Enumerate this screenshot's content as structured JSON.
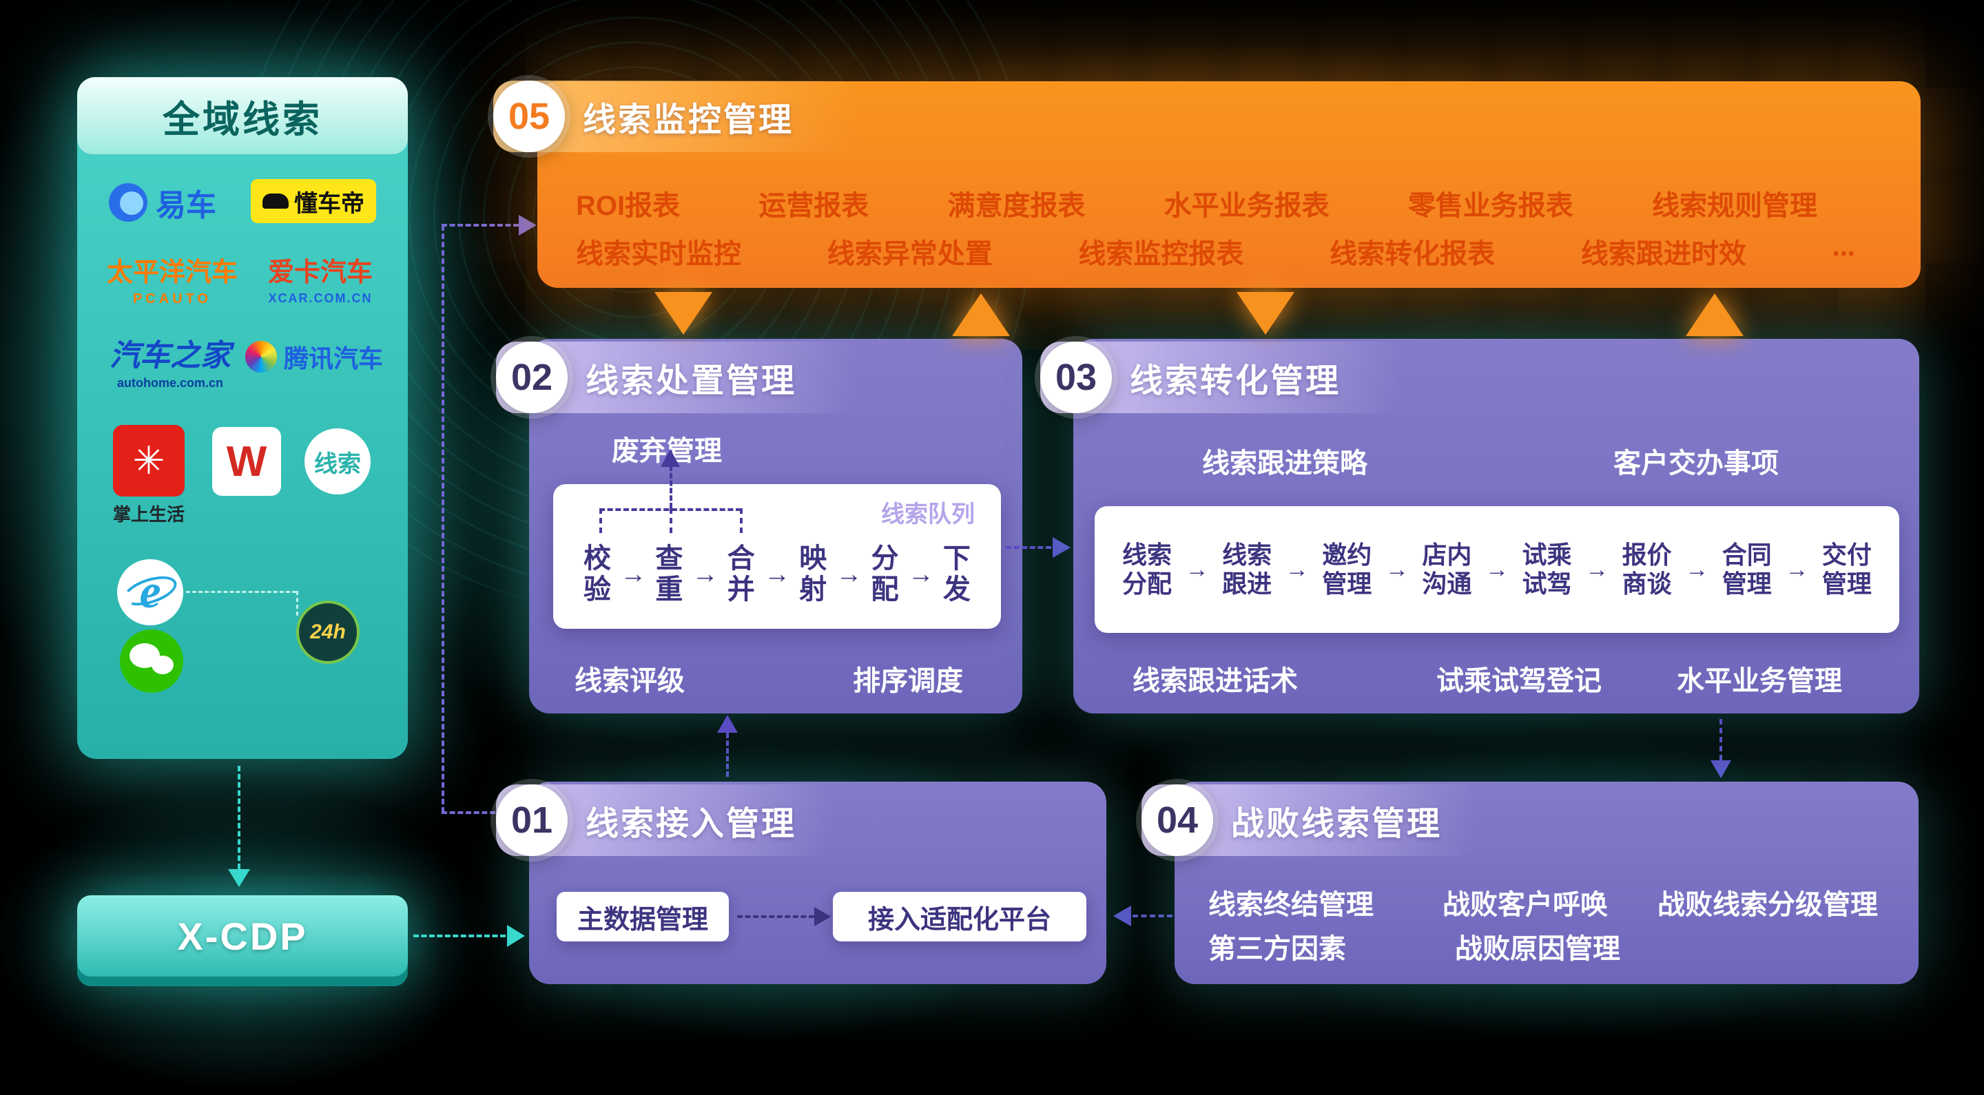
{
  "sidebar": {
    "title": "全域线索",
    "logos": {
      "yiche": "易车",
      "dongchedi": "懂车帝",
      "pcauto_cn": "太平洋汽车",
      "pcauto_en": "PCAUTO",
      "xcar_cn": "爱卡汽车",
      "xcar_en": "XCAR.COM.CN",
      "autohome_cn": "汽车之家",
      "autohome_en": "autohome.com.cn",
      "tencent": "腾讯汽车",
      "zhangshang_flower": "✳",
      "zhangshang": "掌上生活",
      "w": "W",
      "xiansuo": "线索",
      "ie": "e",
      "h24": "24h"
    }
  },
  "xcdp": {
    "label": "X-CDP"
  },
  "block05": {
    "number": "05",
    "title": "线索监控管理",
    "row1": [
      "ROI报表",
      "运营报表",
      "满意度报表",
      "水平业务报表",
      "零售业务报表",
      "线索规则管理"
    ],
    "row2": [
      "线索实时监控",
      "线索异常处置",
      "线索监控报表",
      "线索转化报表",
      "线索跟进时效",
      "..."
    ]
  },
  "block02": {
    "number": "02",
    "title": "线索处置管理",
    "discard_label": "废弃管理",
    "queue_label": "线索队列",
    "steps": [
      "校\n验",
      "查\n重",
      "合\n并",
      "映\n射",
      "分\n配",
      "下\n发"
    ],
    "arrow": "→",
    "bottom": [
      "线索评级",
      "排序调度"
    ]
  },
  "block03": {
    "number": "03",
    "title": "线索转化管理",
    "top": [
      "线索跟进策略",
      "客户交办事项"
    ],
    "steps": [
      "线索\n分配",
      "线索\n跟进",
      "邀约\n管理",
      "店内\n沟通",
      "试乘\n试驾",
      "报价\n商谈",
      "合同\n管理",
      "交付\n管理"
    ],
    "arrow": "→",
    "bottom": [
      "线索跟进话术",
      "试乘试驾登记",
      "水平业务管理"
    ]
  },
  "block01": {
    "number": "01",
    "title": "线索接入管理",
    "box1": "主数据管理",
    "box2": "接入适配化平台"
  },
  "block04": {
    "number": "04",
    "title": "战败线索管理",
    "row1": [
      "线索终结管理",
      "战败客户呼唤",
      "战败线索分级管理"
    ],
    "row2": [
      "第三方因素",
      "战败原因管理"
    ]
  },
  "colors": {
    "teal": "#38d8cd",
    "orange": "#f8921f",
    "purple_block": "#7a72c5",
    "item_orange_text": "#dd4a05",
    "step_text": "#3d3480"
  }
}
